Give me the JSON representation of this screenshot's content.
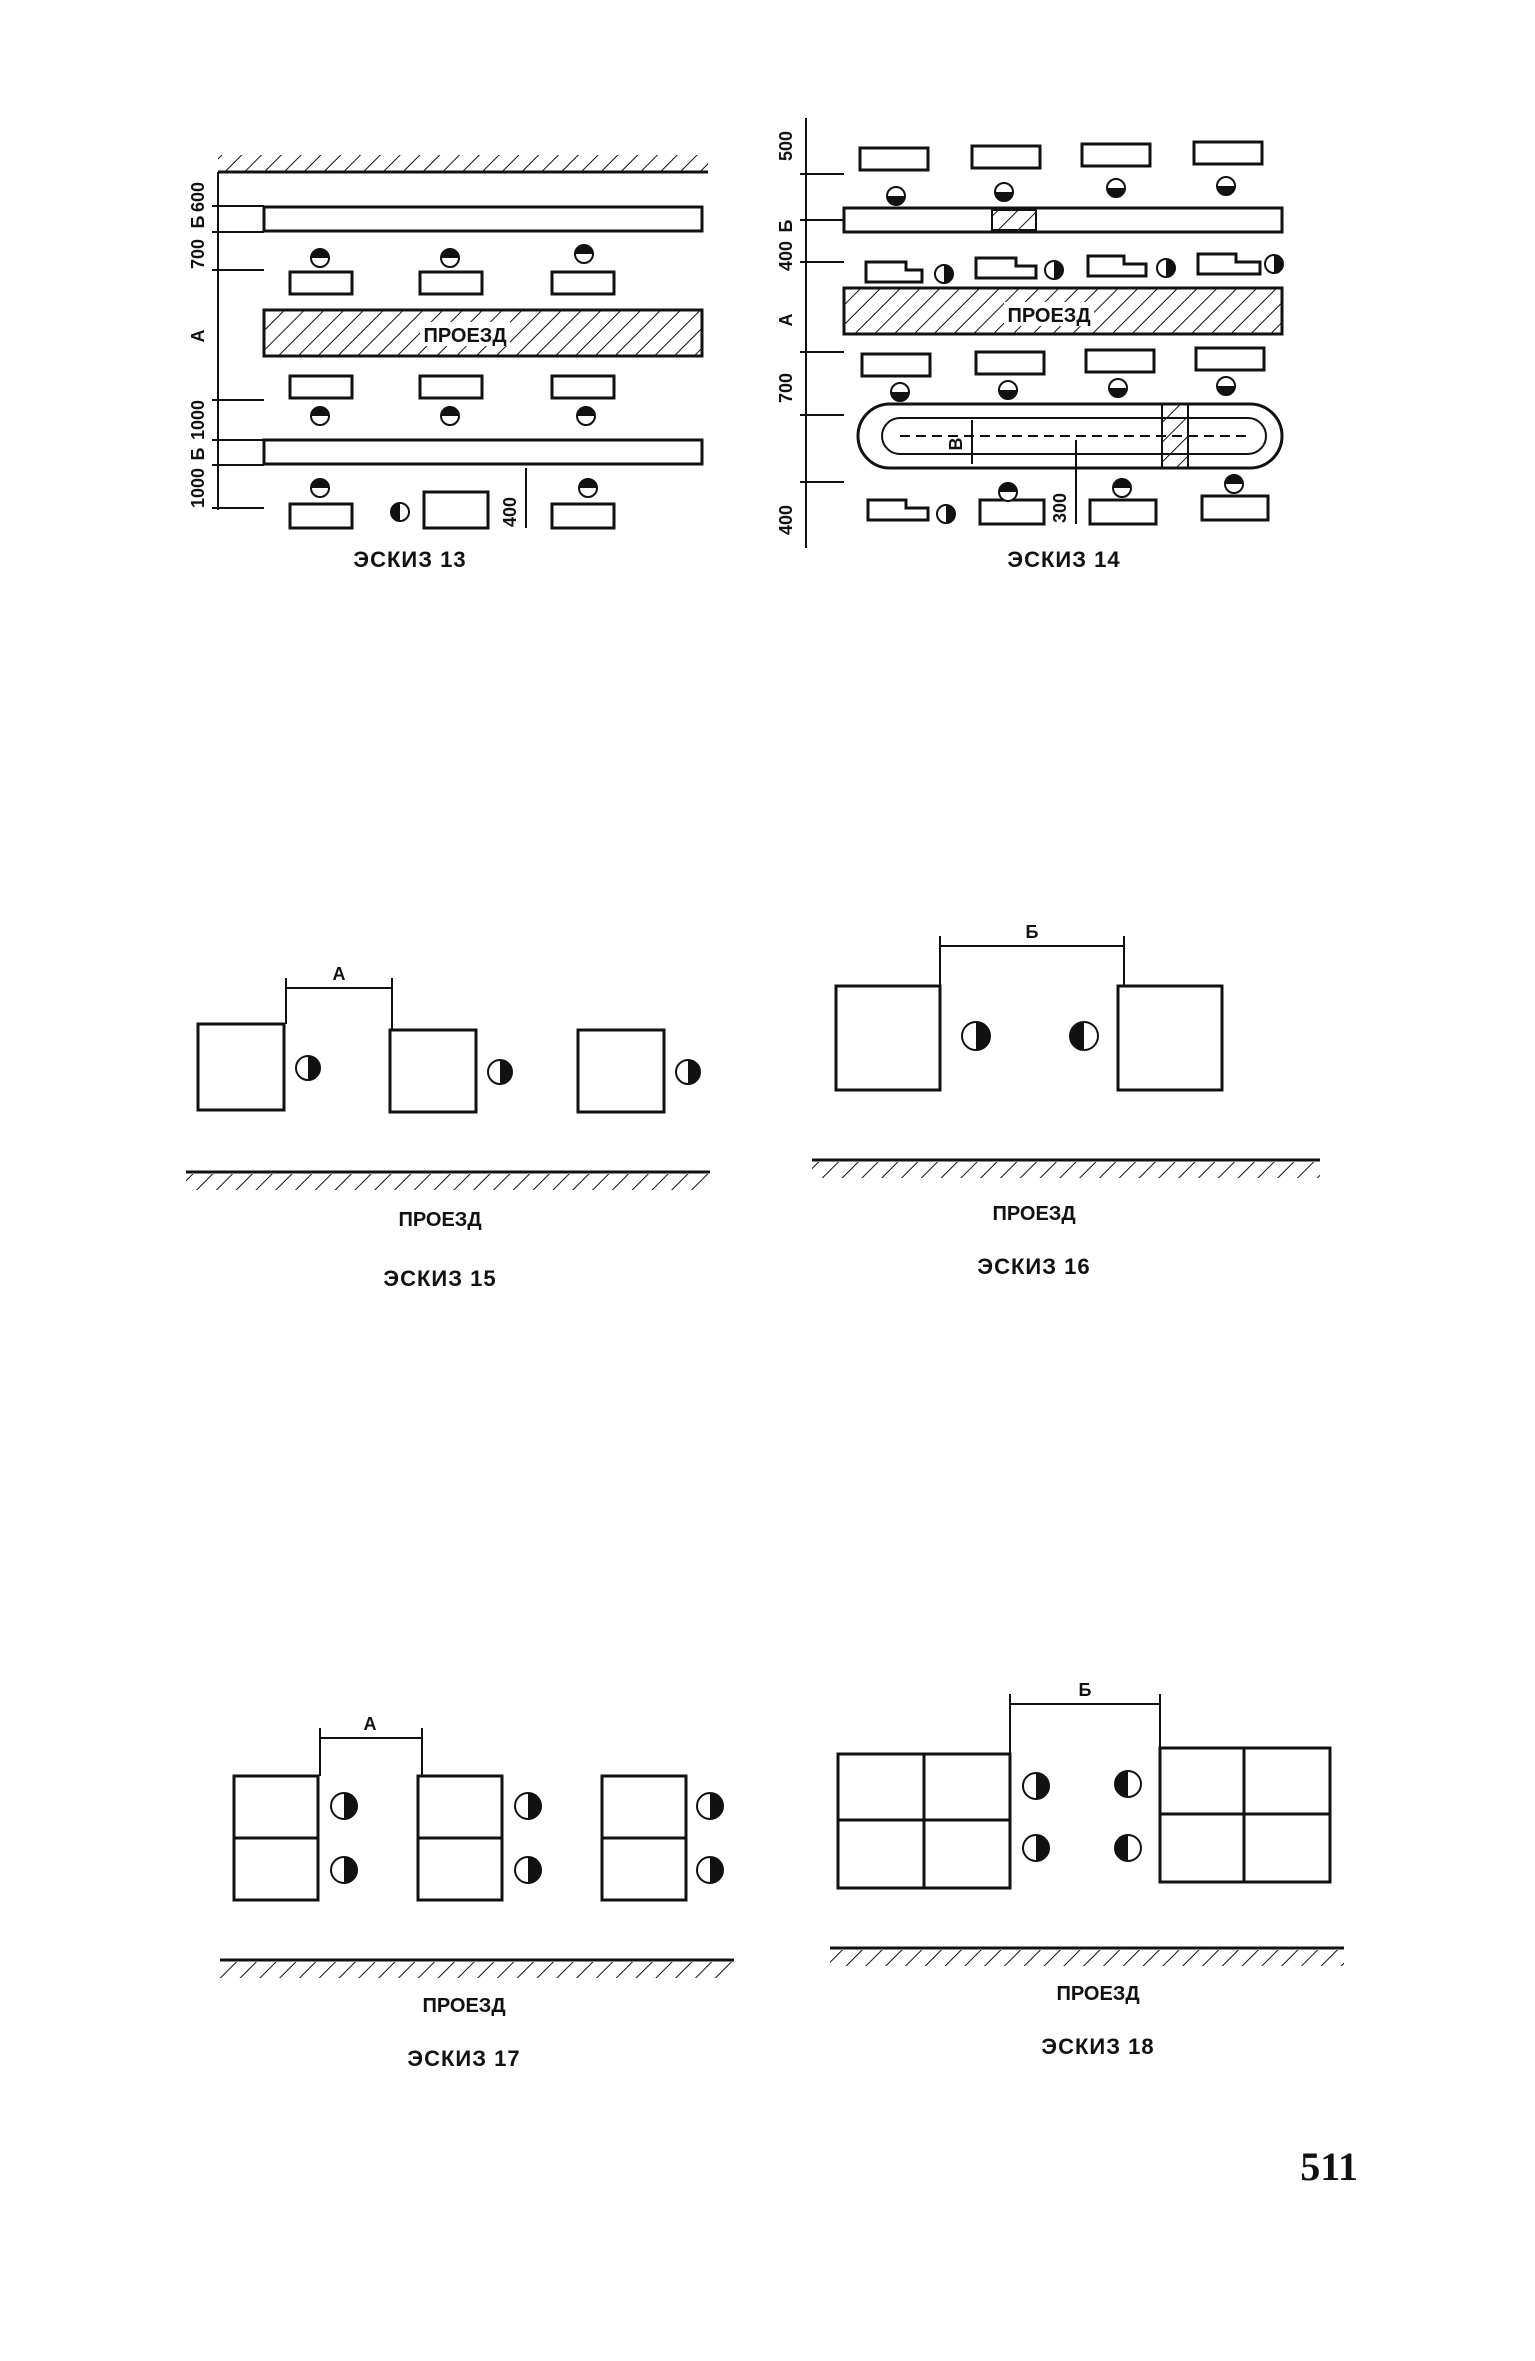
{
  "page_number": "511",
  "drive_label": "ПРОЕЗД",
  "sketch13": {
    "caption": "ЭСКИЗ 13",
    "dims_left": [
      "600",
      "Б",
      "700",
      "А",
      "1000",
      "Б",
      "1000"
    ],
    "dim_right": "400",
    "drive": "ПРОЕЗД"
  },
  "sketch14": {
    "caption": "ЭСКИЗ 14",
    "dims_left": [
      "500",
      "Б",
      "400",
      "А",
      "700",
      "400"
    ],
    "dim_v": "В",
    "dim_300": "300",
    "drive": "ПРОЕЗД"
  },
  "sketch15": {
    "caption": "ЭСКИЗ 15",
    "dim": "А",
    "drive": "ПРОЕЗД"
  },
  "sketch16": {
    "caption": "ЭСКИЗ 16",
    "dim": "Б",
    "drive": "ПРОЕЗД"
  },
  "sketch17": {
    "caption": "ЭСКИЗ 17",
    "dim": "А",
    "drive": "ПРОЕЗД"
  },
  "sketch18": {
    "caption": "ЭСКИЗ 18",
    "dim": "Б",
    "drive": "ПРОЕЗД"
  }
}
